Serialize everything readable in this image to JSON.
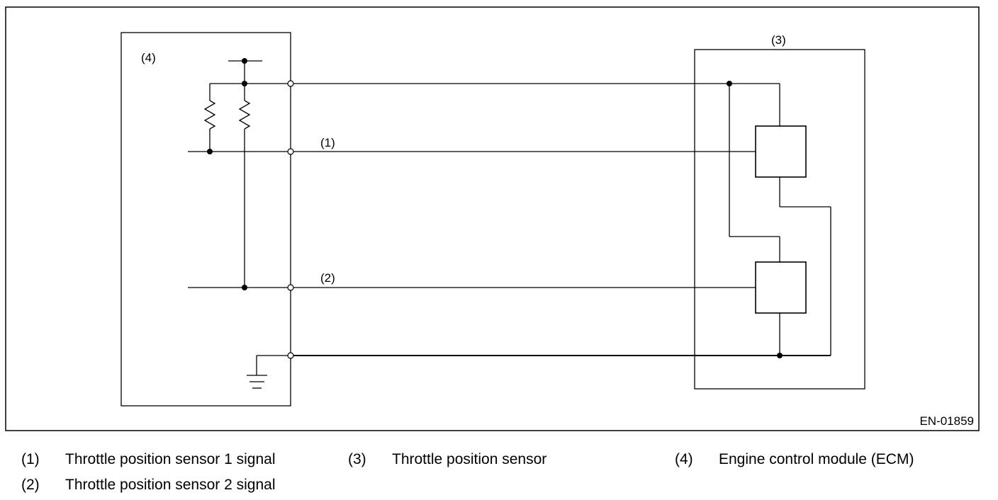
{
  "figure_id": "EN-01859",
  "callouts": {
    "signal_1": "(1)",
    "signal_2": "(2)",
    "sensor": "(3)",
    "ecm": "(4)"
  },
  "legend": [
    {
      "num": "(1)",
      "text": "Throttle position sensor 1 signal"
    },
    {
      "num": "(2)",
      "text": "Throttle position sensor 2 signal"
    },
    {
      "num": "(3)",
      "text": "Throttle position sensor"
    },
    {
      "num": "(4)",
      "text": "Engine control module (ECM)"
    }
  ]
}
